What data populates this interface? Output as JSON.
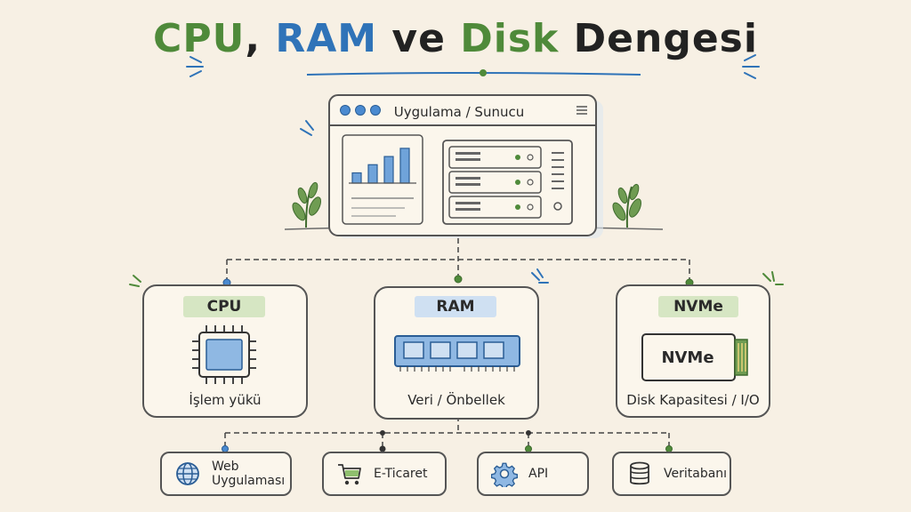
{
  "title": {
    "cpu": "CPU",
    "comma": ",",
    "ram": "RAM",
    "ve": "ve",
    "disk": "Disk",
    "rest": "Dengesi"
  },
  "server": {
    "window_title": "Uygulama / Sunucu",
    "chart_bars": [
      0.25,
      0.45,
      0.65,
      0.85
    ]
  },
  "components": [
    {
      "label": "CPU",
      "caption": "İşlem yükü",
      "icon": "cpu-chip-icon"
    },
    {
      "label": "RAM",
      "caption": "Veri / Önbellek",
      "icon": "ram-module-icon"
    },
    {
      "label": "NVMe",
      "caption": "Disk Kapasitesi / I/O",
      "drive_text": "NVMe",
      "icon": "nvme-drive-icon"
    }
  ],
  "apps": [
    {
      "label_line1": "Web",
      "label_line2": "Uygulaması",
      "icon": "globe-icon"
    },
    {
      "label_line1": "E-Ticaret",
      "icon": "shopping-cart-icon"
    },
    {
      "label_line1": "API",
      "icon": "gear-icon"
    },
    {
      "label_line1": "Veritabanı",
      "icon": "database-icon"
    }
  ],
  "colors": {
    "background": "#f7f0e4",
    "green": "#4f8a3a",
    "blue": "#2f73b8",
    "green_highlight": "#d6e6c3",
    "blue_highlight": "#cfe0f2"
  }
}
